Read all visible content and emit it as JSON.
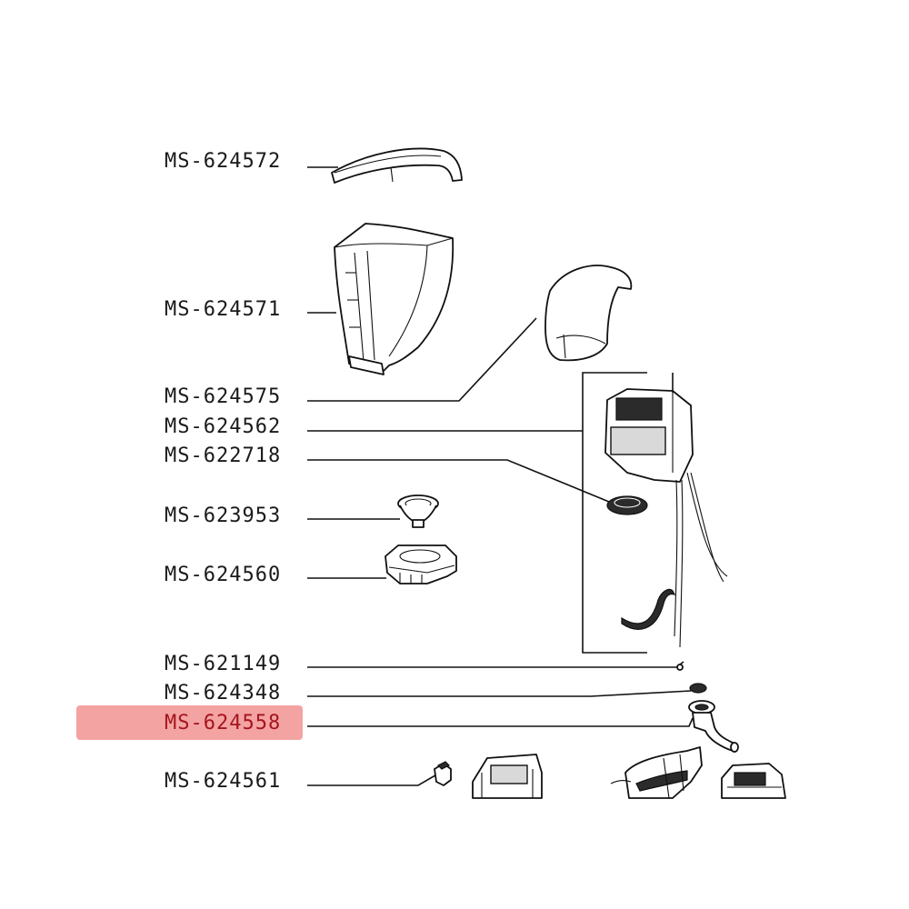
{
  "diagram": {
    "highlight_color": "#f4a3a3",
    "highlighted_part": "MS-624558",
    "parts": [
      {
        "id": "p572",
        "label": "MS-624572"
      },
      {
        "id": "p571",
        "label": "MS-624571"
      },
      {
        "id": "p575",
        "label": "MS-624575"
      },
      {
        "id": "p562",
        "label": "MS-624562"
      },
      {
        "id": "p718",
        "label": "MS-622718"
      },
      {
        "id": "p953",
        "label": "MS-623953"
      },
      {
        "id": "p560",
        "label": "MS-624560"
      },
      {
        "id": "p149",
        "label": "MS-621149"
      },
      {
        "id": "p348",
        "label": "MS-624348"
      },
      {
        "id": "p558",
        "label": "MS-624558"
      },
      {
        "id": "p561",
        "label": "MS-624561"
      }
    ]
  }
}
